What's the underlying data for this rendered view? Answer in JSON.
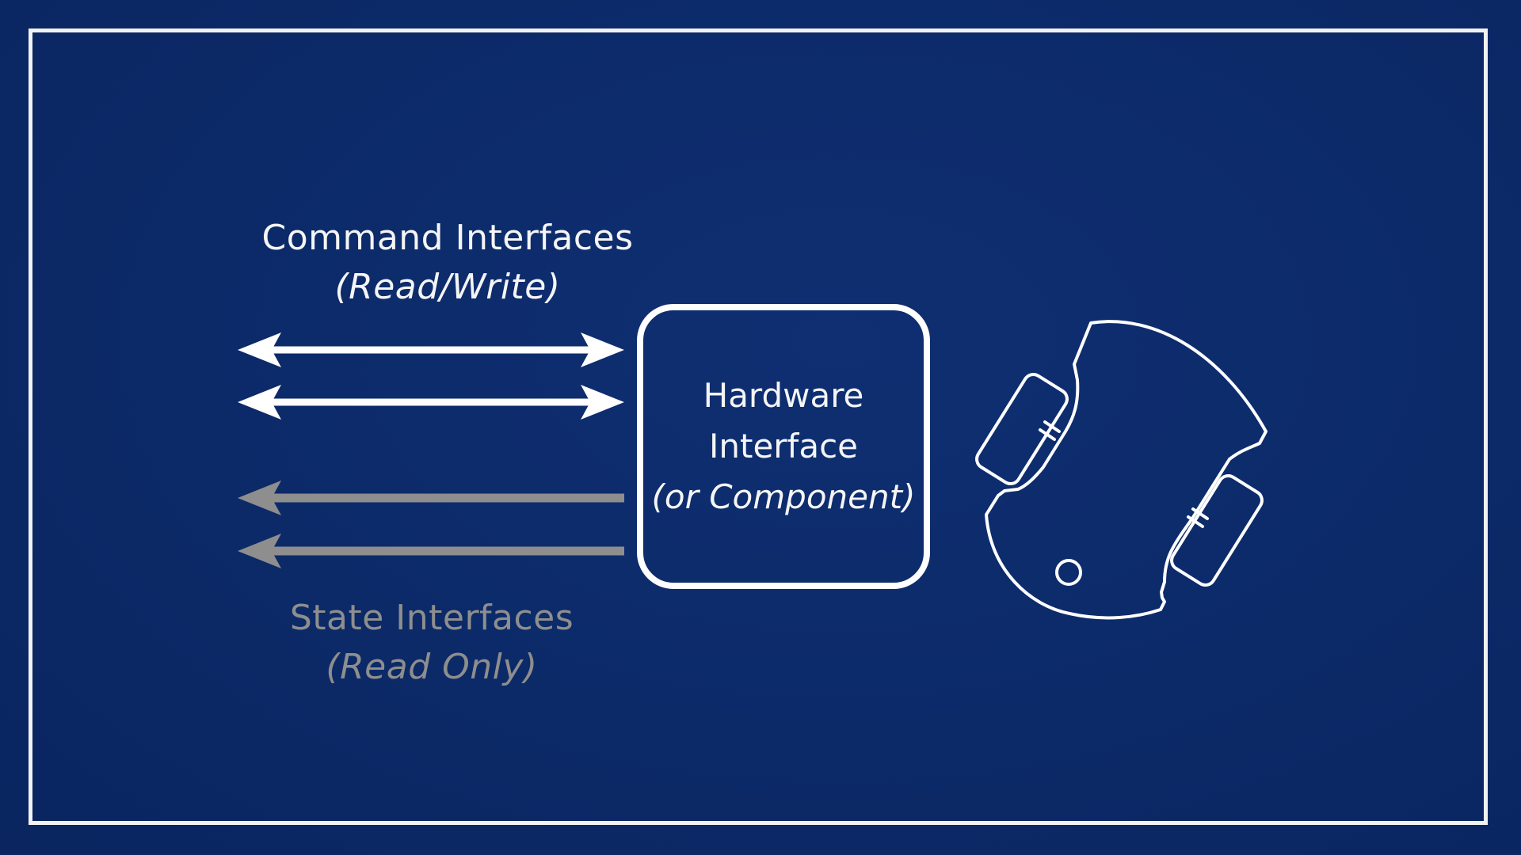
{
  "command_interfaces": {
    "title": "Command Interfaces",
    "subtitle": "(Read/Write)"
  },
  "state_interfaces": {
    "title": "State Interfaces",
    "subtitle": "(Read Only)"
  },
  "hardware_interface": {
    "line1": "Hardware",
    "line2": "Interface",
    "line3": "(or Component)"
  },
  "colors": {
    "background": "#0c2a68",
    "foreground": "#ffffff",
    "state_arrow": "#8e8e8e"
  },
  "icons": {
    "robot": "robot-topdown-icon"
  }
}
